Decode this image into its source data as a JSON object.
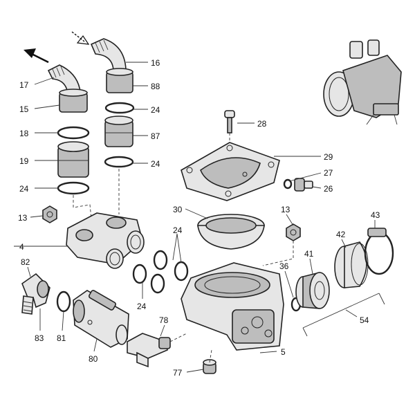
{
  "labels": {
    "p16": "16",
    "p88": "88",
    "p24a": "24",
    "p87": "87",
    "p24b": "24",
    "p17": "17",
    "p15": "15",
    "p18": "18",
    "p19": "19",
    "p24c": "24",
    "p28": "28",
    "p29": "29",
    "p27": "27",
    "p26": "26",
    "p13a": "13",
    "p4": "4",
    "p30": "30",
    "p24d": "24",
    "p13b": "13",
    "p43": "43",
    "p42": "42",
    "p41": "41",
    "p36": "36",
    "p82": "82",
    "p24e": "24",
    "p83": "83",
    "p81": "81",
    "p80": "80",
    "p78": "78",
    "p5": "5",
    "p54": "54",
    "p77": "77"
  },
  "icons": {
    "outlet_arrow": "arrow-up-left-icon",
    "inlet_arrow": "arrow-down-right-icon"
  }
}
